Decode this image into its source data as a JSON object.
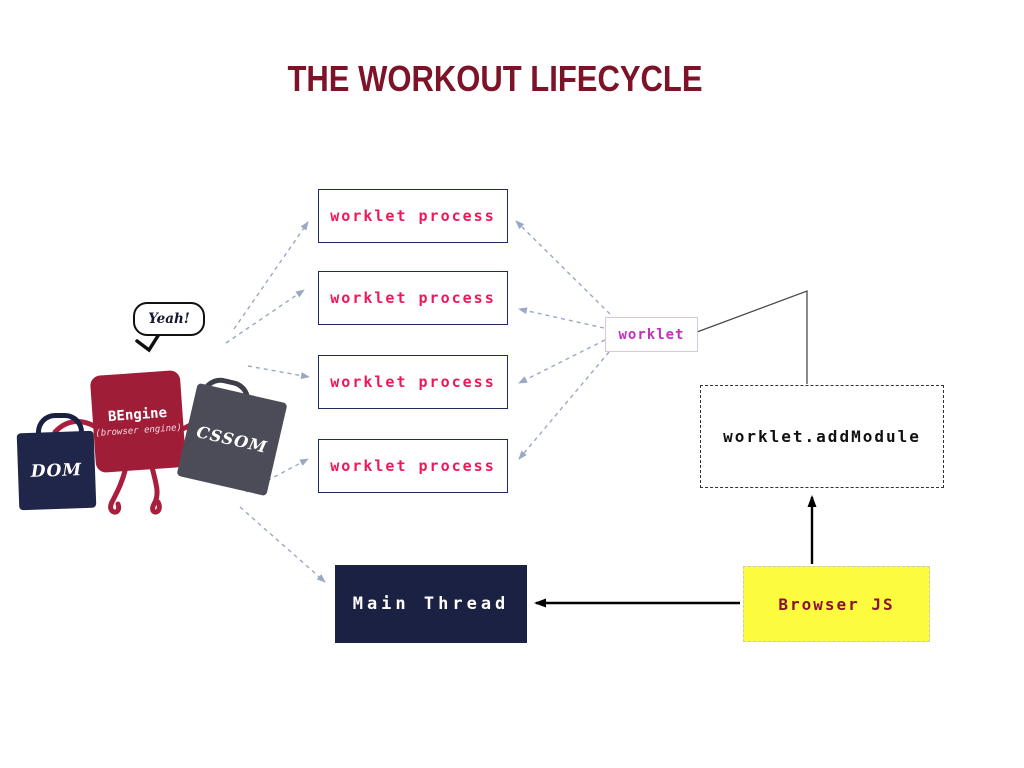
{
  "title": "THE WORKOUT LIFECYCLE",
  "diagram": {
    "worklet_processes": [
      {
        "label": "worklet process"
      },
      {
        "label": "worklet process"
      },
      {
        "label": "worklet process"
      },
      {
        "label": "worklet process"
      }
    ],
    "worklet": {
      "label": "worklet"
    },
    "add_module": {
      "label": "worklet.addModule"
    },
    "browser_js": {
      "label": "Browser JS"
    },
    "main_thread": {
      "label": "Main Thread"
    }
  },
  "character": {
    "speech_bubble": "Yeah!",
    "engine_title": "BEngine",
    "engine_subtitle": "(browser engine)",
    "dom_bag": "DOM",
    "cssom_bag": "CSSOM"
  },
  "colors": {
    "title_text": "#7d1228",
    "process_text": "#ef1757",
    "process_border": "#1d2b5e",
    "worklet_text": "#c32fc3",
    "addmodule_text": "#111111",
    "browserjs_bg": "#fdfb3d",
    "browserjs_text": "#8c1030",
    "mainthread_bg": "#1b2142",
    "mainthread_text": "#ffffff",
    "engine_body": "#a01d38",
    "dom_bag": "#202649",
    "cssom_bag": "#4c4c58",
    "limb_red": "#a81e3c",
    "dashed_arrow": "#9aa8c4",
    "solid_arrow": "#000000"
  }
}
